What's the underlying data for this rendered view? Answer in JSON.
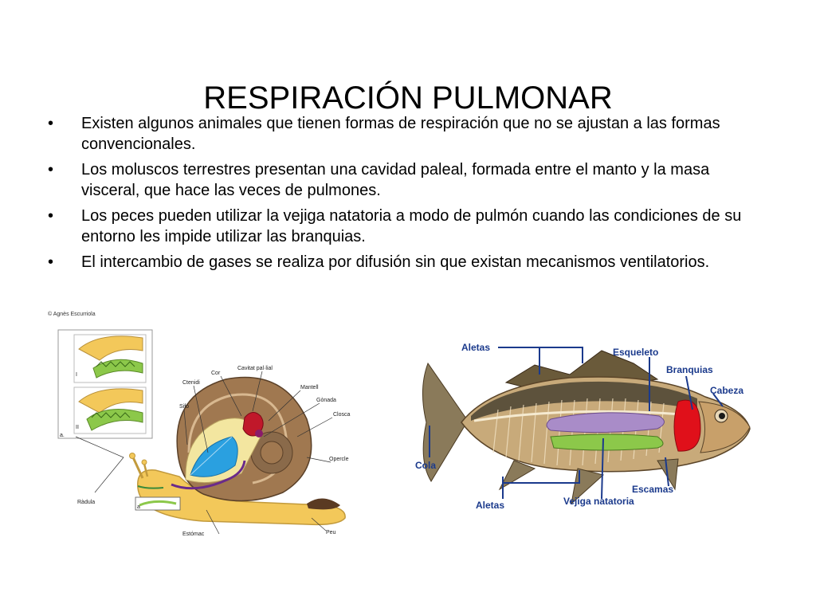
{
  "title": "RESPIRACIÓN PULMONAR",
  "bullets": [
    {
      "marker": "•",
      "text": "Existen algunos animales que tienen formas de respiración que no se ajustan a las formas convencionales."
    },
    {
      "marker": "•",
      "text": "Los moluscos terrestres presentan una cavidad paleal, formada entre el manto y la masa visceral, que hace las veces de pulmones."
    },
    {
      "marker": "•",
      "text": "Los peces pueden utilizar la vejiga natatoria a modo de pulmón cuando las condiciones de su entorno les impide utilizar las branquias."
    },
    {
      "marker": "•",
      "text": "El intercambio de gases se realiza por difusión sin que existan mecanismos ventilatorios."
    }
  ],
  "snail_figure": {
    "credit": "© Agnès Escurriola",
    "panel_numerals": [
      "I",
      "II"
    ],
    "panel_letter": "a.",
    "inset_letter": "a",
    "labels": {
      "cor": "Cor",
      "cavitat": "Cavitat pal·lial",
      "ctenidi": "Ctenidi",
      "mantell": "Mantell",
      "gonada": "Gònada",
      "sifo": "Sifó",
      "closca": "Closca",
      "opercle": "Opercle",
      "radula": "Ràdula",
      "estomac": "Estómac",
      "peu": "Peu"
    }
  },
  "fish_figure": {
    "labels": {
      "aletas_top": "Aletas",
      "esqueleto": "Esqueleto",
      "branquias": "Branquias",
      "cabeza": "Cabeza",
      "cola": "Cola",
      "escamas": "Escamas",
      "aletas_bottom": "Aletas",
      "vejiga": "Vejiga natatoria"
    }
  },
  "colors": {
    "fish_label": "#1b3a8c",
    "gills": "#e0101a",
    "swim_bladder": "#a98cc8",
    "gut": "#8cc84a",
    "snail_shell": "#8a6a4a",
    "snail_body": "#f3c85a",
    "snail_lung": "#2aa0e0",
    "snail_heart": "#c0182a"
  }
}
